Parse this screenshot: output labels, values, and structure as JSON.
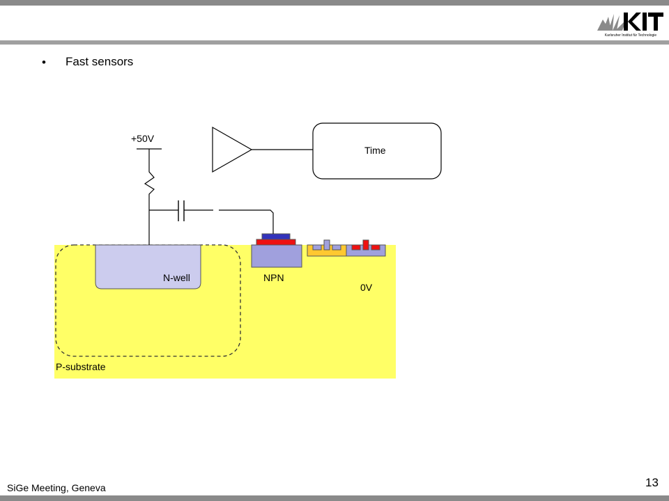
{
  "slide": {
    "bullet": "Fast sensors",
    "footer": "SiGe Meeting, Geneva",
    "page_number": "13"
  },
  "logo": {
    "text": "KIT",
    "subtitle": "Karlsruher Institut für Technologie"
  },
  "diagram": {
    "voltage_supply": "+50V",
    "time_box": "Time",
    "nwell": "N-well",
    "npn": "NPN",
    "ground": "0V",
    "substrate": "P-substrate"
  },
  "colors": {
    "substrate": "#ffff66",
    "nwell": "#ccccee",
    "npn_body": "#a0a0dd",
    "npn_red": "#ee1111",
    "npn_blue": "#3333bb",
    "transistor_orange": "#ffc830",
    "header_gray": "#8a8a8a"
  }
}
